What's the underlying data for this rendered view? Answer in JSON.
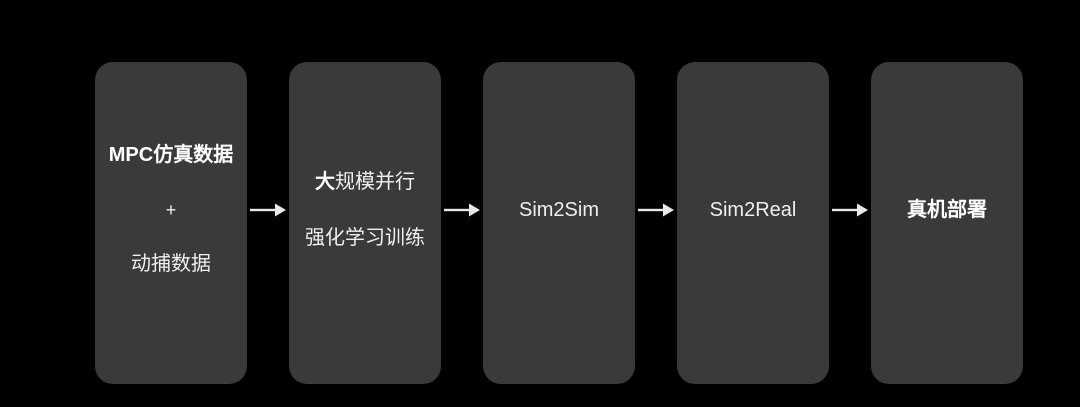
{
  "colors": {
    "background": "#000000",
    "box_fill": "#3a3a3a",
    "text": "#efefef",
    "arrow": "#e8e8e8"
  },
  "icons": {
    "flow_arrow": "arrow-right"
  },
  "flow": {
    "steps": [
      {
        "id": "training-data",
        "line1": "MPC仿真数据",
        "line2": "+",
        "line3": "动捕数据"
      },
      {
        "id": "rl-training",
        "line1_lead": "大",
        "line1_rest": "规模并行",
        "line2": "强化学习训练"
      },
      {
        "id": "sim2sim",
        "label": "Sim2Sim"
      },
      {
        "id": "sim2real",
        "label": "Sim2Real"
      },
      {
        "id": "deployment",
        "label": "真机部署"
      }
    ]
  }
}
